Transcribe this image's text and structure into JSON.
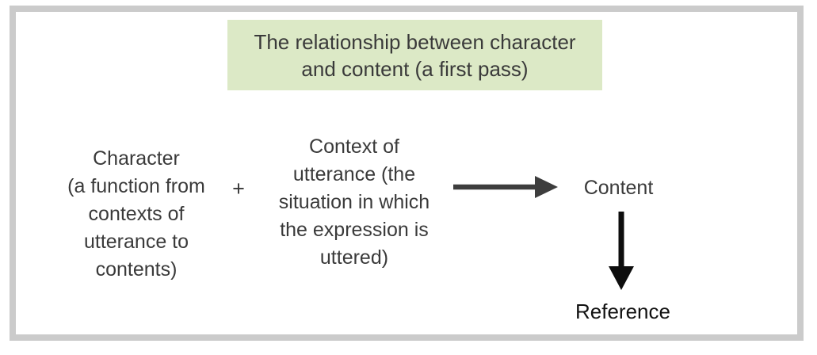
{
  "figure": {
    "title": {
      "lines": [
        "The relationship between character",
        "and content (a first pass)"
      ]
    },
    "character_block": {
      "lines": [
        "Character",
        "(a function from",
        "contexts of",
        "utterance to",
        "contents)"
      ]
    },
    "plus_sign": "+",
    "context_block": {
      "lines": [
        "Context of",
        "utterance (the",
        "situation in which",
        "the expression is",
        "uttered)"
      ]
    },
    "content_label": "Content",
    "reference_label": "Reference",
    "colors": {
      "frame_border": "#cbcbcb",
      "title_background": "#dce9c6",
      "body_text": "#3a3a3a",
      "right_arrow": "#3d3d3d",
      "down_arrow": "#0d0d0d",
      "reference_text": "#111111"
    }
  }
}
